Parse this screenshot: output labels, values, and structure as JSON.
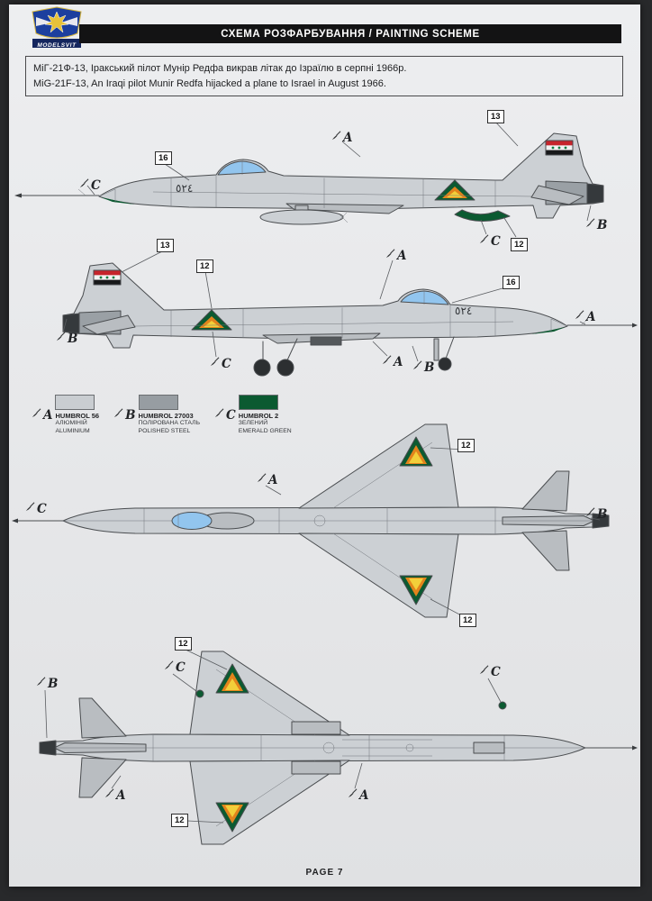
{
  "brand": {
    "name": "MODELSVIT"
  },
  "header": {
    "title": "СХЕМА РОЗФАРБУВАННЯ / PAINTING SCHEME"
  },
  "description": {
    "line1": "МіГ-21Ф-13, Іракський пілот Мунір Редфа викрав літак до Ізраїлю в серпні 1966р.",
    "line2": "MiG-21F-13, An Iraqi pilot Munir Redfa hijacked a plane to Israel in August 1966."
  },
  "labels": {
    "a": "A",
    "b": "B",
    "c": "C",
    "n12": "12",
    "n13": "13",
    "n16": "16",
    "serial": "٥٢٤"
  },
  "legend": {
    "items": [
      {
        "letter": "A",
        "paint": "HUMBROL 56",
        "name_ua": "АЛЮМІНІЙ",
        "name_en": "ALUMINIUM",
        "color": "#c9cdd1"
      },
      {
        "letter": "B",
        "paint": "HUMBROL 27003",
        "name_ua": "ПОЛІРОВАНА СТАЛЬ",
        "name_en": "POLISHED STEEL",
        "color": "#979da2"
      },
      {
        "letter": "C",
        "paint": "HUMBROL 2",
        "name_ua": "ЗЕЛЕНИЙ",
        "name_en": "EMERALD GREEN",
        "color": "#0b5a31"
      }
    ]
  },
  "footer": {
    "page_label": "PAGE 7"
  },
  "colors": {
    "aluminium": "#ccd0d4",
    "alu2": "#b9bdc1",
    "steel": "#9aa0a5",
    "emerald": "#0b5a31",
    "canopy": "#92c5ee",
    "nozzle": "#35393c",
    "orange": "#e2831c",
    "yellow": "#f2cf3a",
    "flag_red": "#c6242b",
    "flag_white": "#f2f2f2",
    "flag_black": "#17181a",
    "star_green": "#0c7a3e"
  }
}
